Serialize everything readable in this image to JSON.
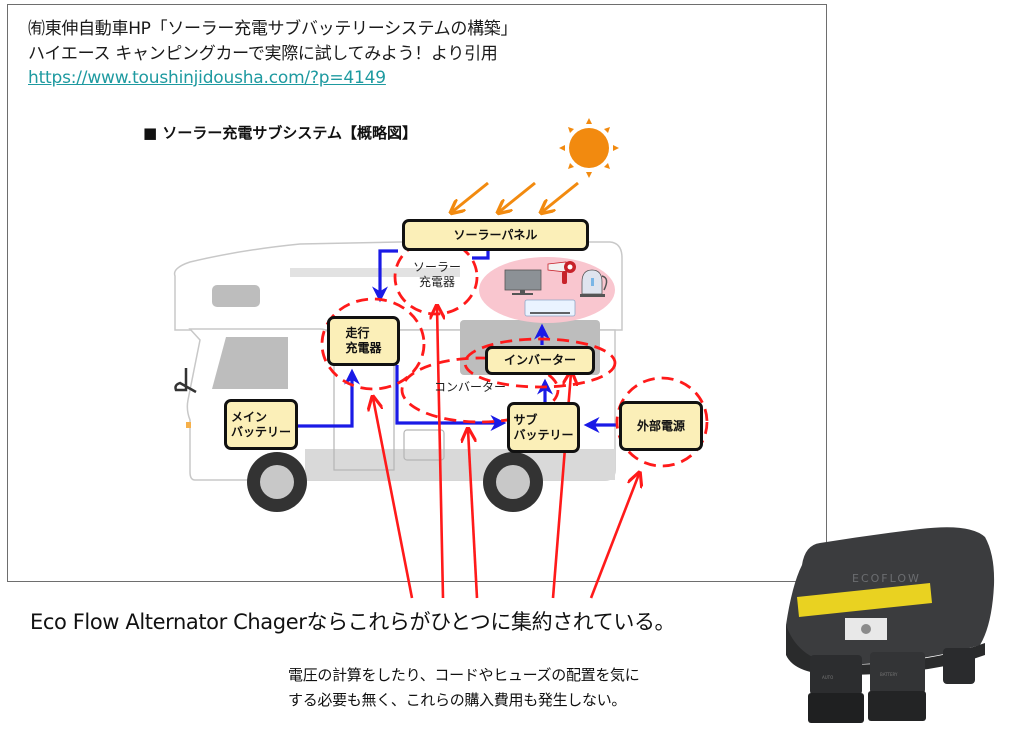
{
  "source": {
    "line1": "㈲東伸自動車HP「ソーラー充電サブバッテリーシステムの構築」",
    "line2": "ハイエース キャンピングカーで実際に試してみよう！より引用",
    "url": "https://www.toushinjidousha.com/?p=4149"
  },
  "diagram": {
    "title": "■ ソーラー充電サブシステム【概略図】",
    "boxes": {
      "solar_panel": "ソーラーパネル",
      "drive_charger": "走行\n充電器",
      "main_battery": "メイン\nバッテリー",
      "inverter": "インバーター",
      "sub_battery": "サブ\nバッテリー",
      "external_power": "外部電源"
    },
    "labels": {
      "solar_charger": "ソーラー\n充電器",
      "converter": "コンバーター"
    },
    "appliances": [
      "television",
      "hair-dryer",
      "electric-kettle",
      "air-conditioner"
    ],
    "colors": {
      "box_fill": "#fbefb8",
      "dc_flow": "#1a1ae6",
      "highlight": "#ff1a1a",
      "sun": "#f28a0f",
      "appliance_bubble": "#f9c6cf"
    }
  },
  "captions": {
    "main": "Eco Flow Alternator Chagerならこれらがひとつに集約されている。",
    "sub1": "電圧の計算をしたり、コードやヒューズの配置を気に",
    "sub2": "する必要も無く、これらの購入費用も発生しない。"
  },
  "product": {
    "brand": "ECOFLOW",
    "port_labels": [
      "AUTO",
      "BATTERY"
    ]
  }
}
